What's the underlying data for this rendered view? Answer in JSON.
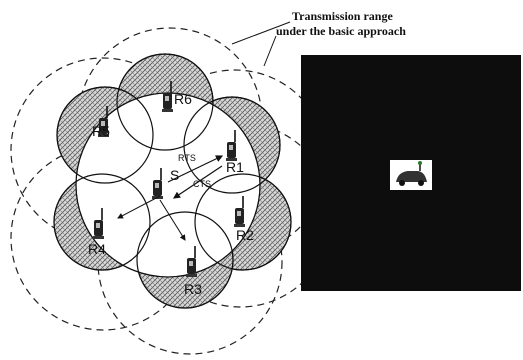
{
  "annotation": {
    "line1": "Transmission range",
    "line2": "under the basic approach"
  },
  "nodes": {
    "R1": "R1",
    "R2": "R2",
    "R3": "R3",
    "R4": "R4",
    "R5": "R5",
    "R6": "R6",
    "S": "S"
  },
  "messages": {
    "rts": "RTS",
    "cts": "CTS"
  },
  "panel": {
    "background": "#0d0d0d",
    "icon": "car-with-antenna-icon"
  },
  "colors": {
    "stroke": "#111111",
    "hatch": "#444444"
  }
}
